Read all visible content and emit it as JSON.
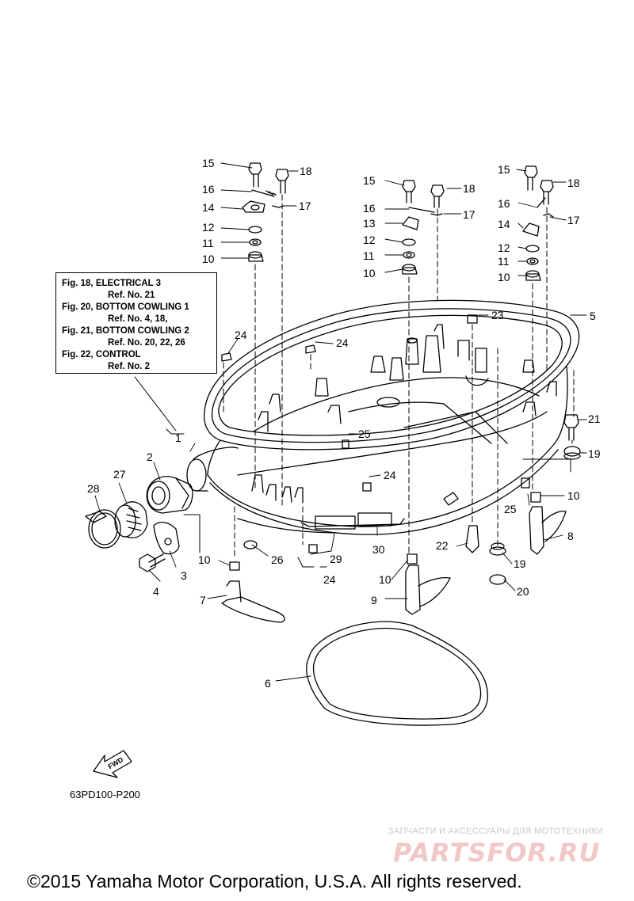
{
  "reference_box": {
    "lines": [
      "Fig. 18, ELECTRICAL 3",
      "Ref. No. 21",
      "Fig. 20, BOTTOM COWLING 1",
      "Ref. No. 4, 18,",
      "Fig. 21, BOTTOM COWLING 2",
      "Ref. No. 20, 22, 26",
      "Fig. 22, CONTROL",
      "Ref. No. 2"
    ]
  },
  "callouts": [
    "1",
    "2",
    "3",
    "4",
    "5",
    "6",
    "7",
    "8",
    "9",
    "10",
    "11",
    "12",
    "13",
    "14",
    "15",
    "16",
    "17",
    "18",
    "19",
    "20",
    "21",
    "22",
    "23",
    "24",
    "25",
    "26",
    "27",
    "28",
    "29",
    "30"
  ],
  "fwd_label": "FWD",
  "diagram_code": "63PD100-P200",
  "watermark": {
    "tagline": "ЗАПЧАСТИ И АКСЕССУАРЫ ДЛЯ МОТОТЕХНИКИ",
    "logo": "PARTSFOR.RU"
  },
  "copyright": "©2015 Yamaha Motor Corporation, U.S.A. All rights reserved."
}
